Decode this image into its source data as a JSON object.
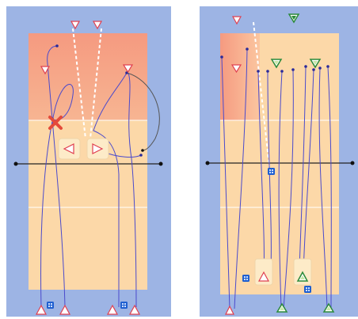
{
  "diagrams": [
    {
      "id": "left",
      "players": [
        {
          "kind": "defender",
          "icon": "triangle-down",
          "color": "#e04050"
        },
        {
          "kind": "defender",
          "icon": "triangle-down",
          "color": "#e04050"
        },
        {
          "kind": "defender",
          "icon": "triangle-down",
          "color": "#e04050"
        },
        {
          "kind": "defender",
          "icon": "triangle-down",
          "color": "#e04050"
        },
        {
          "kind": "attacker",
          "icon": "triangle-up",
          "color": "#e04050"
        },
        {
          "kind": "attacker",
          "icon": "triangle-up",
          "color": "#e04050"
        },
        {
          "kind": "attacker",
          "icon": "triangle-up",
          "color": "#e04050"
        },
        {
          "kind": "attacker",
          "icon": "triangle-up",
          "color": "#e04050"
        }
      ],
      "cones": [
        {
          "icon": "triangle-left",
          "color": "#e04050"
        },
        {
          "icon": "triangle-right",
          "color": "#e04050"
        }
      ],
      "markers": [
        "cross-icon"
      ],
      "balls": 2
    },
    {
      "id": "right",
      "players": [
        {
          "kind": "defender",
          "icon": "triangle-down",
          "color": "#e04050"
        },
        {
          "kind": "defender",
          "icon": "triangle-down",
          "color": "#2a8a3a"
        },
        {
          "kind": "defender",
          "icon": "triangle-down",
          "color": "#e04050"
        },
        {
          "kind": "defender",
          "icon": "triangle-down",
          "color": "#2a8a3a"
        },
        {
          "kind": "defender",
          "icon": "triangle-down",
          "color": "#2a8a3a"
        },
        {
          "kind": "attacker",
          "icon": "triangle-up",
          "color": "#e04050"
        },
        {
          "kind": "attacker",
          "icon": "triangle-up",
          "color": "#2a8a3a"
        },
        {
          "kind": "attacker",
          "icon": "triangle-up",
          "color": "#2a8a3a"
        }
      ],
      "cones": [
        {
          "icon": "triangle-up",
          "color": "#e04050"
        },
        {
          "icon": "triangle-up",
          "color": "#2a8a3a"
        }
      ],
      "balls": 3
    }
  ],
  "colors": {
    "frame": "#9db4e4",
    "court": "#fcd8a8",
    "zone": "#f4a884",
    "path": "#4a4acc",
    "ball": "#1f5fd0"
  }
}
